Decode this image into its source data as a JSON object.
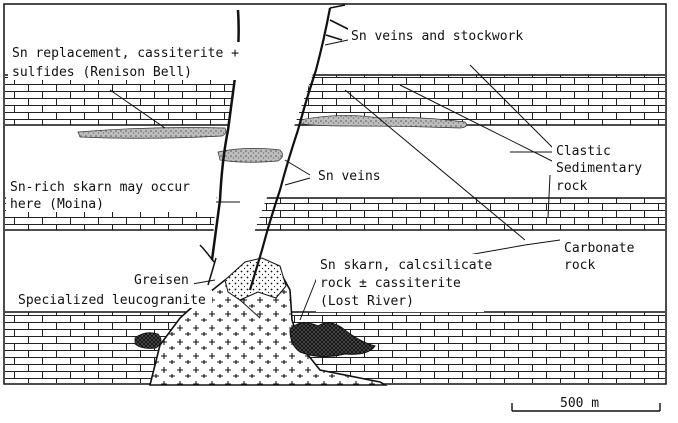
{
  "labels": {
    "sn_replacement_1": "Sn replacement, cassiterite +",
    "sn_replacement_2": "sulfides (Renison Bell)",
    "sn_veins_stockwork": "Sn veins and stockwork",
    "clastic_1": "Clastic",
    "clastic_2": "Sedimentary",
    "clastic_3": "rock",
    "sn_rich_skarn_1": "Sn-rich skarn may occur",
    "sn_rich_skarn_2": "here (Moina)",
    "sn_veins": "Sn veins",
    "carbonate_1": "Carbonate",
    "carbonate_2": "rock",
    "greisen": "Greisen",
    "specialized": "Specialized leucogranite",
    "sn_skarn_1": "Sn skarn, calcsilicate",
    "sn_skarn_2": "rock ± cassiterite",
    "sn_skarn_3": "(Lost River)",
    "scale": "500 m"
  }
}
